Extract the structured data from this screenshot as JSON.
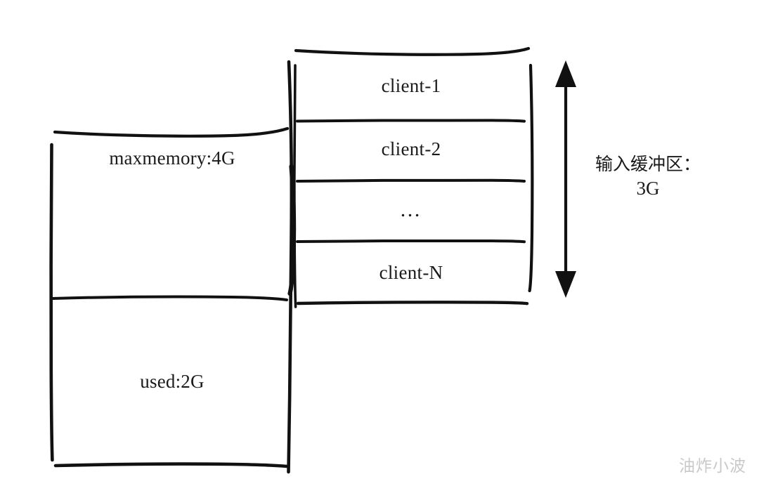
{
  "diagram": {
    "title": "Redis memory and client input buffer diagram",
    "background_color": "#ffffff",
    "stroke_color": "#111111"
  },
  "memory_block": {
    "name": "memory-block",
    "total_label": "maxmemory:4G",
    "used_label": "used:2G"
  },
  "clients_block": {
    "name": "clients-block",
    "rows": [
      {
        "label": "client-1"
      },
      {
        "label": "client-2"
      },
      {
        "label": "…"
      },
      {
        "label": "client-N"
      }
    ]
  },
  "buffer_annotation": {
    "name": "input-buffer-annotation",
    "title": "输入缓冲区：",
    "size": "3G",
    "arrow": "double-vertical-arrow"
  },
  "watermark": {
    "text": "油炸小波",
    "color": "#c9c9c9"
  }
}
